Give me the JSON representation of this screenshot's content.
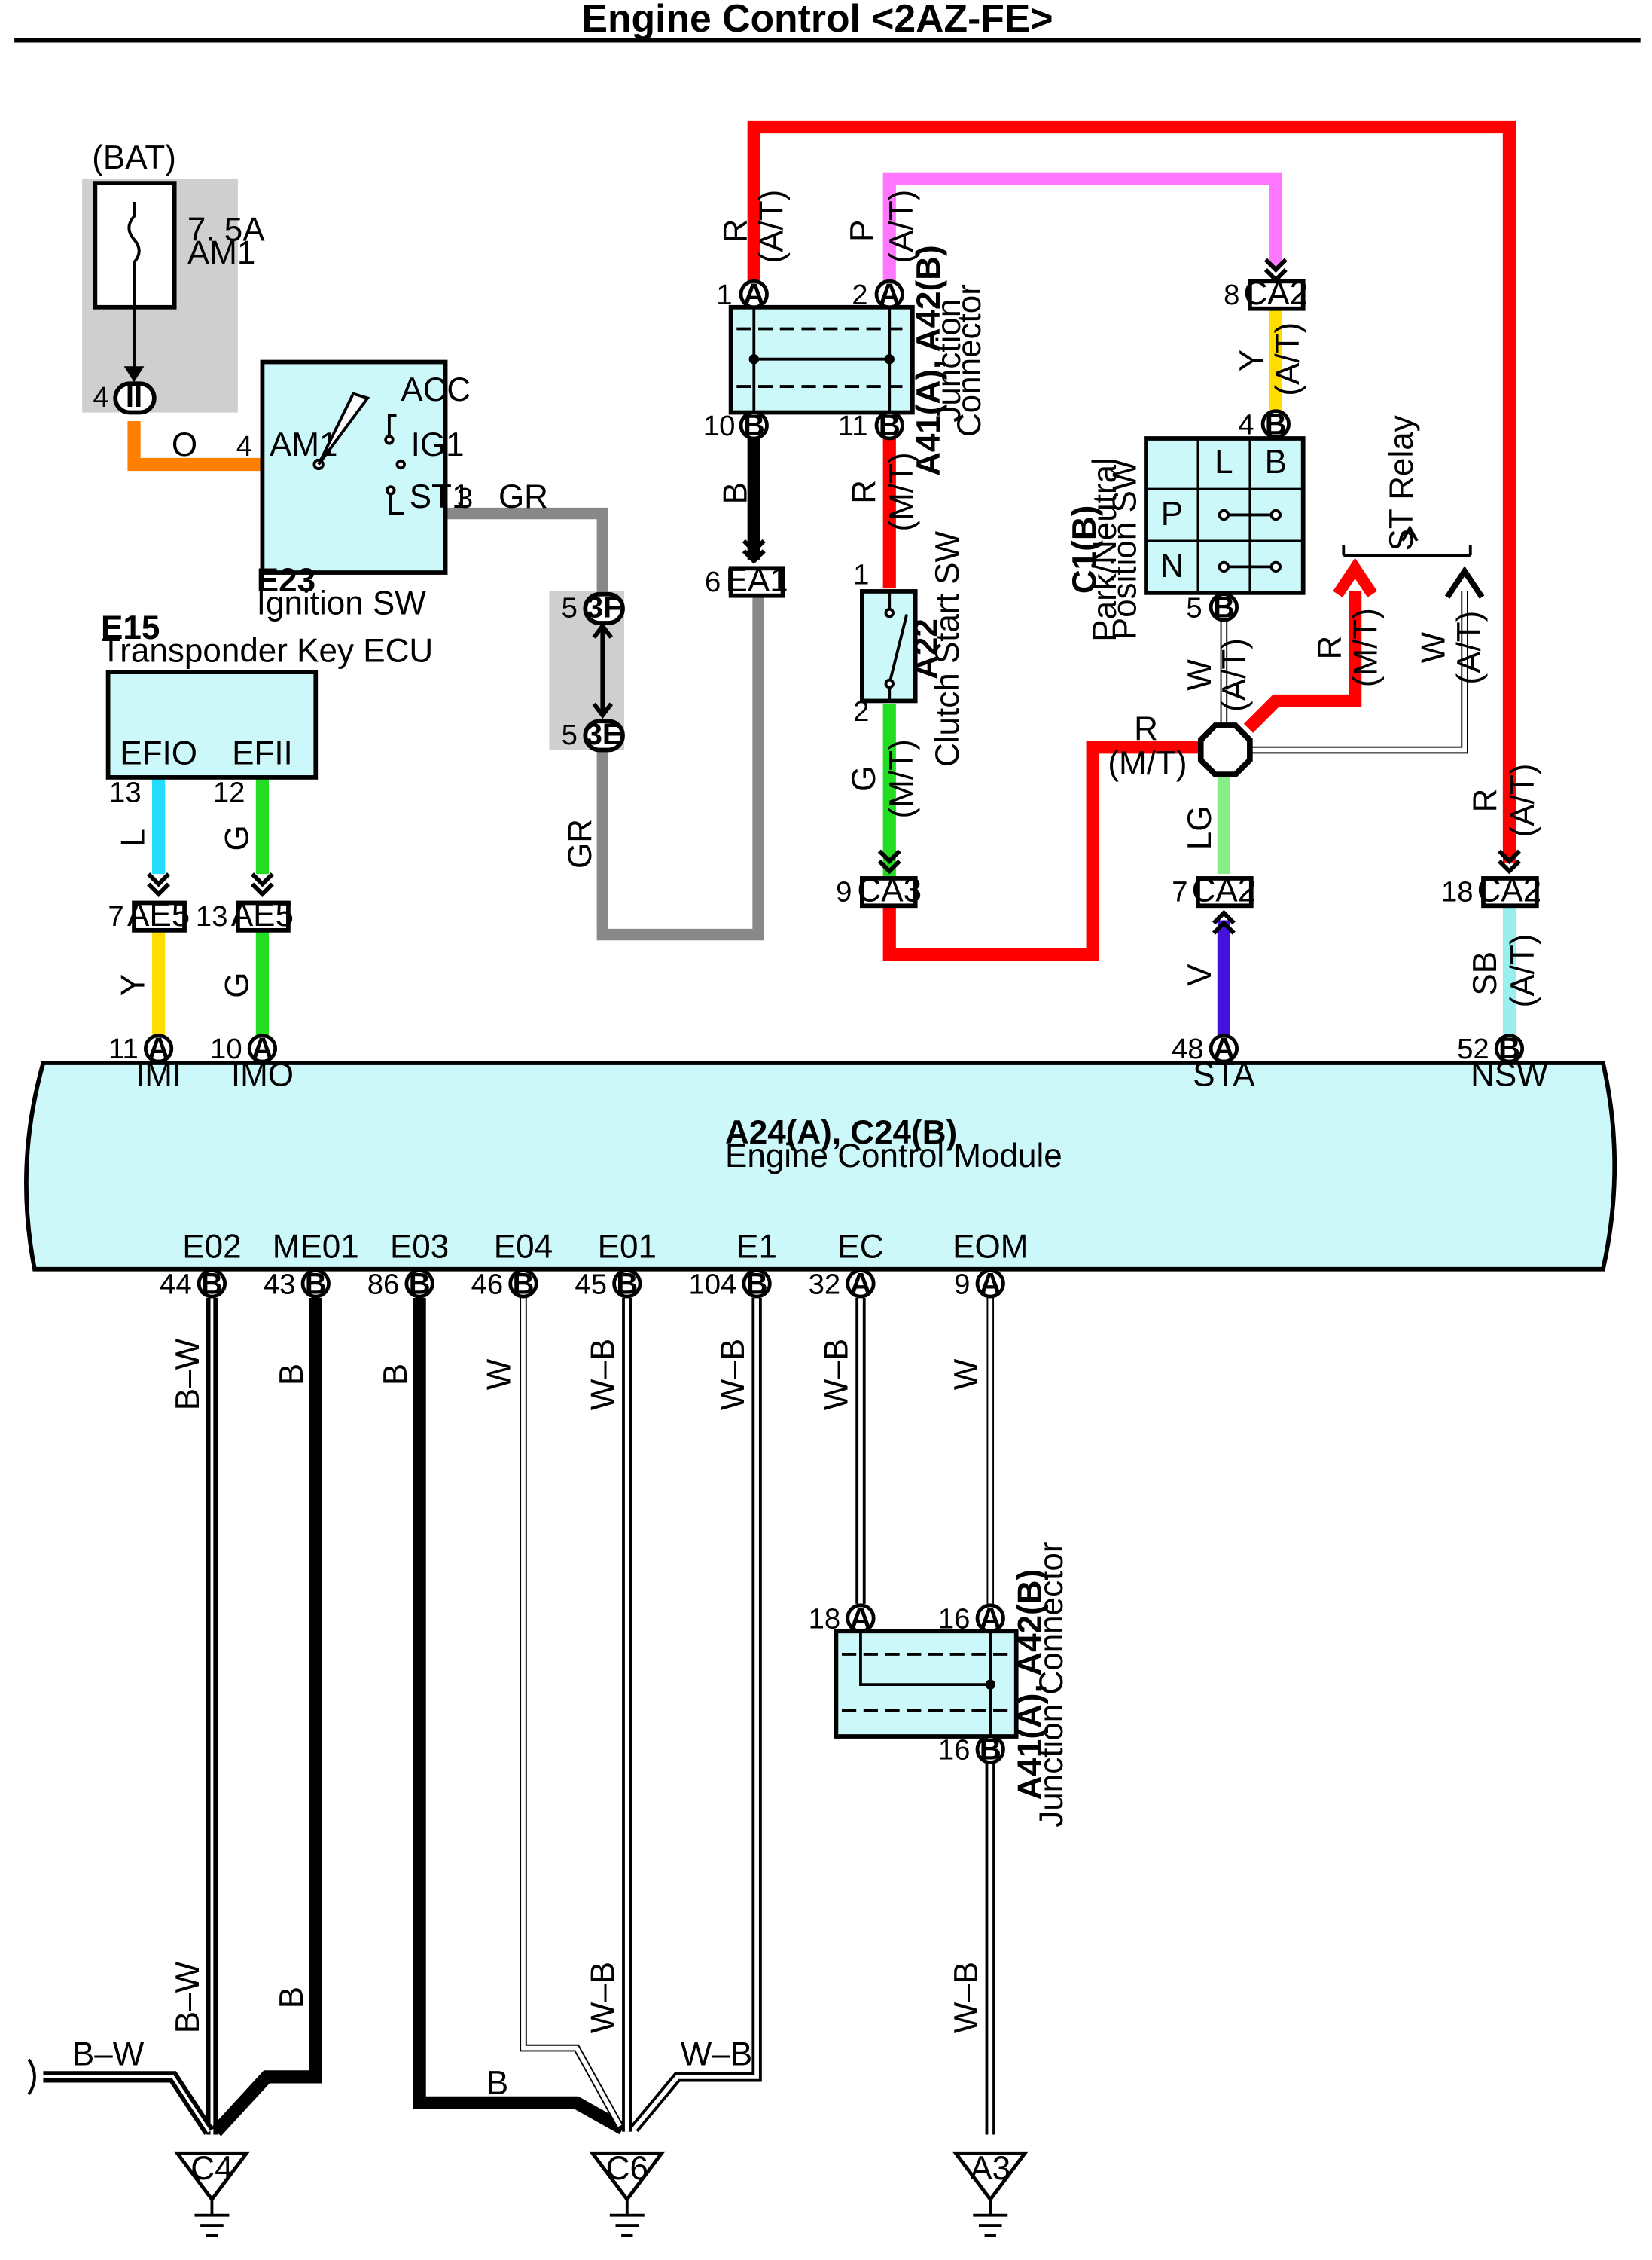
{
  "title": "Engine Control <2AZ-FE>",
  "colors": {
    "red": "#ff0000",
    "pink": "#ff77ff",
    "orange": "#ff7f00",
    "gray": "#888888",
    "black": "#000000",
    "green": "#22dd22",
    "lightgreen": "#88ee88",
    "yellow": "#ffdd00",
    "cyan": "#22ddff",
    "violet": "#4411dd",
    "skyblue": "#99eeee",
    "box": "#cdf8fa",
    "shade": "#cfcfcf"
  },
  "fuse": {
    "header": "(BAT)",
    "rating": "7. 5A",
    "name": "AM1"
  },
  "ignition_sw": {
    "id": "E23",
    "name": "Ignition SW",
    "am1": "AM1",
    "acc": "ACC",
    "ig1": "IG1",
    "st1": "ST1"
  },
  "transponder": {
    "id": "E15",
    "name": "Transponder Key ECU",
    "efio": "EFIO",
    "efii": "EFII"
  },
  "junction_top": {
    "id": "A41(A), A42(B)",
    "name1": "Junction",
    "name2": "Connector"
  },
  "clutch": {
    "id": "A22",
    "name": "Clutch Start SW"
  },
  "pnp": {
    "id": "C1(B)",
    "name1": "Park/Neutral",
    "name2": "Position SW",
    "L": "L",
    "B": "B",
    "P": "P",
    "N": "N"
  },
  "st_relay": "ST Relay",
  "ecm": {
    "id": "A24(A), C24(B)",
    "name": "Engine Control Module"
  },
  "junction_bottom": {
    "id": "A41(A), A42(B)",
    "name": "Junction Connector"
  },
  "connectors": {
    "ii": "II",
    "f3": "3F",
    "e3": "3E",
    "ea1": "EA1",
    "ca2": "CA2",
    "ca3": "CA3",
    "ae5": "AE5",
    "A": "A",
    "B": "B"
  },
  "pins": {
    "p4": "4",
    "p3": "3",
    "p5": "5",
    "p6": "6",
    "p1": "1",
    "p2": "2",
    "p10": "10",
    "p11": "11",
    "p8": "8",
    "p9": "9",
    "p7": "7",
    "p12": "12",
    "p13": "13",
    "p18": "18",
    "p16": "16",
    "p48": "48",
    "p52": "52",
    "p44": "44",
    "p43": "43",
    "p86": "86",
    "p46": "46",
    "p45": "45",
    "p104": "104",
    "p32": "32"
  },
  "terminals_top": {
    "imi": "IMI",
    "imo": "IMO",
    "sta": "STA",
    "nsw": "NSW"
  },
  "terminals_bottom": [
    "E02",
    "ME01",
    "E03",
    "E04",
    "E01",
    "E1",
    "EC",
    "EOM"
  ],
  "wire_labels": {
    "o": "O",
    "gr": "GR",
    "r": "R",
    "p": "P",
    "b": "B",
    "y": "Y",
    "w": "W",
    "g": "G",
    "l": "L",
    "lg": "LG",
    "v": "V",
    "sb": "SB",
    "bw": "B–W",
    "wb": "W–B",
    "at": "(A/T)",
    "mt": "(M/T)"
  },
  "grounds": [
    "C4",
    "C6",
    "A3"
  ]
}
